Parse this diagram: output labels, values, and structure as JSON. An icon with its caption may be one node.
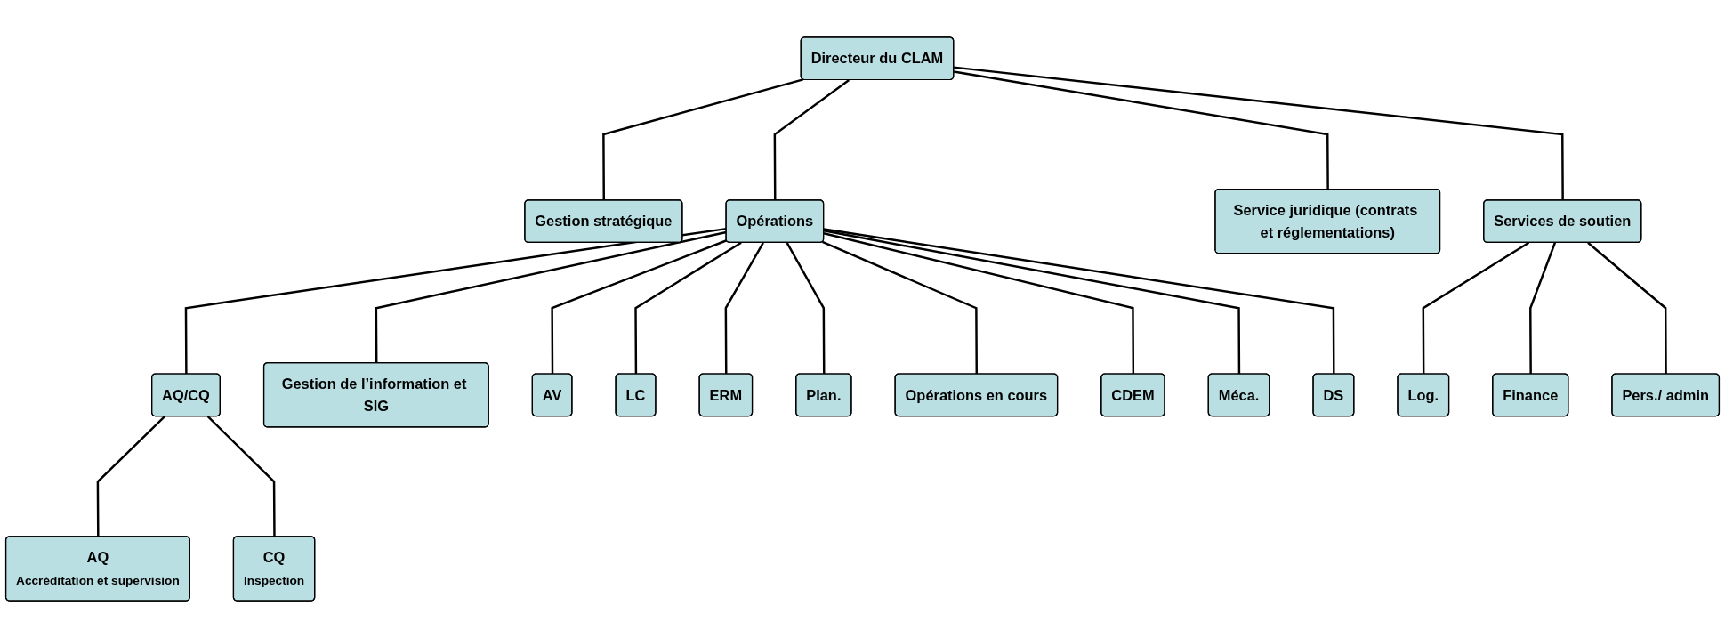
{
  "diagram": {
    "nodes": [
      {
        "text": [
          "Directeur du CLAM"
        ]
      },
      {
        "text": [
          "Gestion stratégique"
        ]
      },
      {
        "text": [
          "Opérations"
        ]
      },
      {
        "text": [
          "Service juridique (contrats et réglementations)"
        ]
      },
      {
        "text": [
          "Services de soutien"
        ]
      },
      {
        "text": [
          "AQ/CQ"
        ]
      },
      {
        "text": [
          "Gestion de l’information et SIG"
        ]
      },
      {
        "text": [
          "AQ",
          "Accréditation et supervision"
        ]
      },
      {
        "text": [
          "CQ",
          "Inspection"
        ]
      },
      {
        "text": [
          "AV"
        ]
      },
      {
        "text": [
          "LC"
        ]
      },
      {
        "text": [
          "ERM"
        ]
      },
      {
        "text": [
          "Plan."
        ]
      },
      {
        "text": [
          "Opérations en cours"
        ]
      },
      {
        "text": [
          "CDEM"
        ]
      },
      {
        "text": [
          "Méca."
        ]
      },
      {
        "text": [
          "DS"
        ]
      },
      {
        "text": [
          "Log."
        ]
      },
      {
        "text": [
          "Finance"
        ]
      },
      {
        "text": [
          "Pers./ admin"
        ]
      }
    ],
    "edges": [
      {
        "from": 0,
        "to": 1,
        "arrow": "none"
      },
      {
        "from": 0,
        "to": 2,
        "arrow": "none"
      },
      {
        "from": 0,
        "to": 3,
        "arrow": "none"
      },
      {
        "from": 0,
        "to": 4,
        "arrow": "none"
      },
      {
        "from": 2,
        "to": 5,
        "arrow": "none"
      },
      {
        "from": 2,
        "to": 6,
        "arrow": "none"
      },
      {
        "from": 5,
        "to": 7,
        "arrow": "none"
      },
      {
        "from": 5,
        "to": 8,
        "arrow": "none"
      },
      {
        "from": 2,
        "to": 9,
        "arrow": "none"
      },
      {
        "from": 2,
        "to": 10,
        "arrow": "none"
      },
      {
        "from": 2,
        "to": 11,
        "arrow": "none"
      },
      {
        "from": 2,
        "to": 12,
        "arrow": "none"
      },
      {
        "from": 2,
        "to": 13,
        "arrow": "none"
      },
      {
        "from": 2,
        "to": 14,
        "arrow": "none"
      },
      {
        "from": 2,
        "to": 15,
        "arrow": "none"
      },
      {
        "from": 2,
        "to": 16,
        "arrow": "none"
      },
      {
        "from": 4,
        "to": 17,
        "arrow": "none"
      },
      {
        "from": 4,
        "to": 18,
        "arrow": "none"
      },
      {
        "from": 4,
        "to": 19,
        "arrow": "none"
      }
    ]
  }
}
